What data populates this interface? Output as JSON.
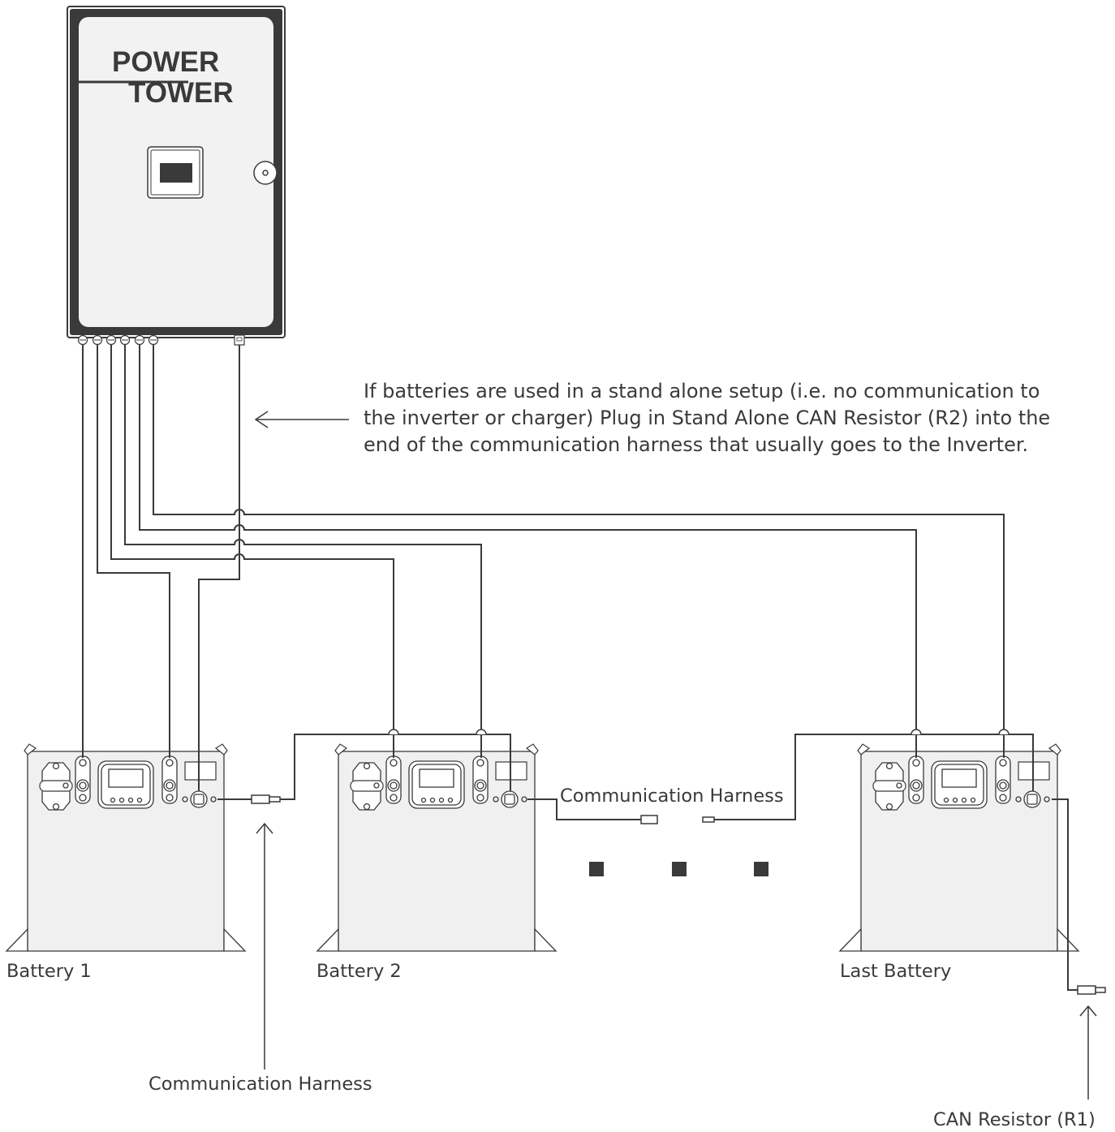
{
  "tower": {
    "title_line1": "POWER",
    "title_line2": "TOWER"
  },
  "note": {
    "line1": "If batteries are used in a stand alone setup (i.e. no communication to",
    "line2": "the inverter or charger) Plug in Stand Alone CAN Resistor (R2) into the",
    "line3": "end of the communication harness that usually goes to the Inverter."
  },
  "batteries": [
    {
      "label": "Battery 1"
    },
    {
      "label": "Battery 2"
    },
    {
      "label": "Last Battery"
    }
  ],
  "labels": {
    "harness_middle": "Communication Harness",
    "harness_bottom": "Communication Harness",
    "can_resistor": "CAN Resistor (R1)"
  },
  "colors": {
    "line": "#3a3a3a",
    "tower_frame": "#3a3a3a",
    "tower_face": "#f2f2f2",
    "battery_body": "#f0f0f0"
  }
}
